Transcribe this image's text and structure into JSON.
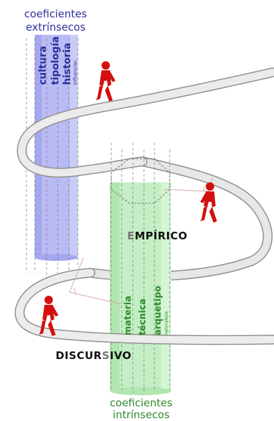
{
  "colors": {
    "extrinsic": "#2b2f9c",
    "intrinsic": "#2f8a2f",
    "walker": "#d40f0f",
    "label_dark": "#111111",
    "label_gray": "#555555",
    "blue_column": "#b9bbf4",
    "green_column": "#c4efc4",
    "spiral": "#9a9a9a"
  },
  "extrinsic": {
    "heading_line1": "coeficientes",
    "heading_line2": "extrínsecos",
    "factors": [
      "cultura",
      "tipología",
      "historia"
    ],
    "sub_factor": "influencias"
  },
  "intrinsic": {
    "heading_line1": "coeficientes",
    "heading_line2": "intrínsecos",
    "factors": [
      "materia",
      "técnica",
      "arquetipo"
    ],
    "sub_factor": "naturaleza"
  },
  "levels": {
    "empirico_first": "E",
    "empirico_rest": "MPÍRICO",
    "discursivo_first": "DISCUR",
    "discursivo_mid": "S",
    "discursivo_rest": "IVO"
  },
  "icons": [
    "walking-person-icon",
    "walking-person-icon",
    "walking-person-icon"
  ]
}
